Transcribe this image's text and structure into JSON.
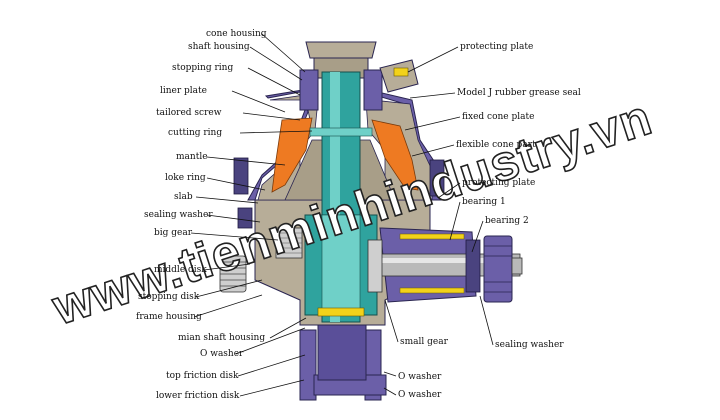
{
  "colors": {
    "housing": "#6b5fa8",
    "housing_dark": "#3f3878",
    "shaft": "#2fa39e",
    "shaft_light": "#6fd0c8",
    "cone": "#b7ad98",
    "liner": "#ee7a22",
    "gear": "#cfcfcf",
    "yellow": "#f2d21a",
    "background": "#ffffff"
  },
  "labels": {
    "cone_housing": "cone housing",
    "shaft_housing": "shaft housing",
    "stopping_ring": "stopping ring",
    "liner_plate": "liner plate",
    "tailored_screw": "tailored screw",
    "cutting_ring": "cutting ring",
    "mantle": "mantle",
    "loke_ring": "loke ring",
    "slab": "slab",
    "sealing_washer_left": "sealing washer",
    "big_gear": "big gear",
    "middle_disk": "middle disk",
    "stopping_disk": "stopping disk",
    "frame_housing": "frame housing",
    "main_shaft_housing": "mian shaft housing",
    "o_washer_left": "O washer",
    "top_friction_disk": "top friction disk",
    "lower_friction_disk": "lower friction disk",
    "protecting_plate_top": "protecting plate",
    "rubber_grease_seal": "Model J rubber grease seal",
    "fixed_cone_plate": "fixed cone plate",
    "flexible_cone_part": "flexible cone part",
    "protecting_plate_right": "protecting plate",
    "bearing_1": "bearing 1",
    "bearing_2": "bearing 2",
    "small_gear": "small gear",
    "sealing_washer_right": "sealing washer",
    "o_washer_bottom_1": "O washer",
    "o_washer_bottom_2": "O washer"
  },
  "watermark": "www.tienminhindustry.vn"
}
